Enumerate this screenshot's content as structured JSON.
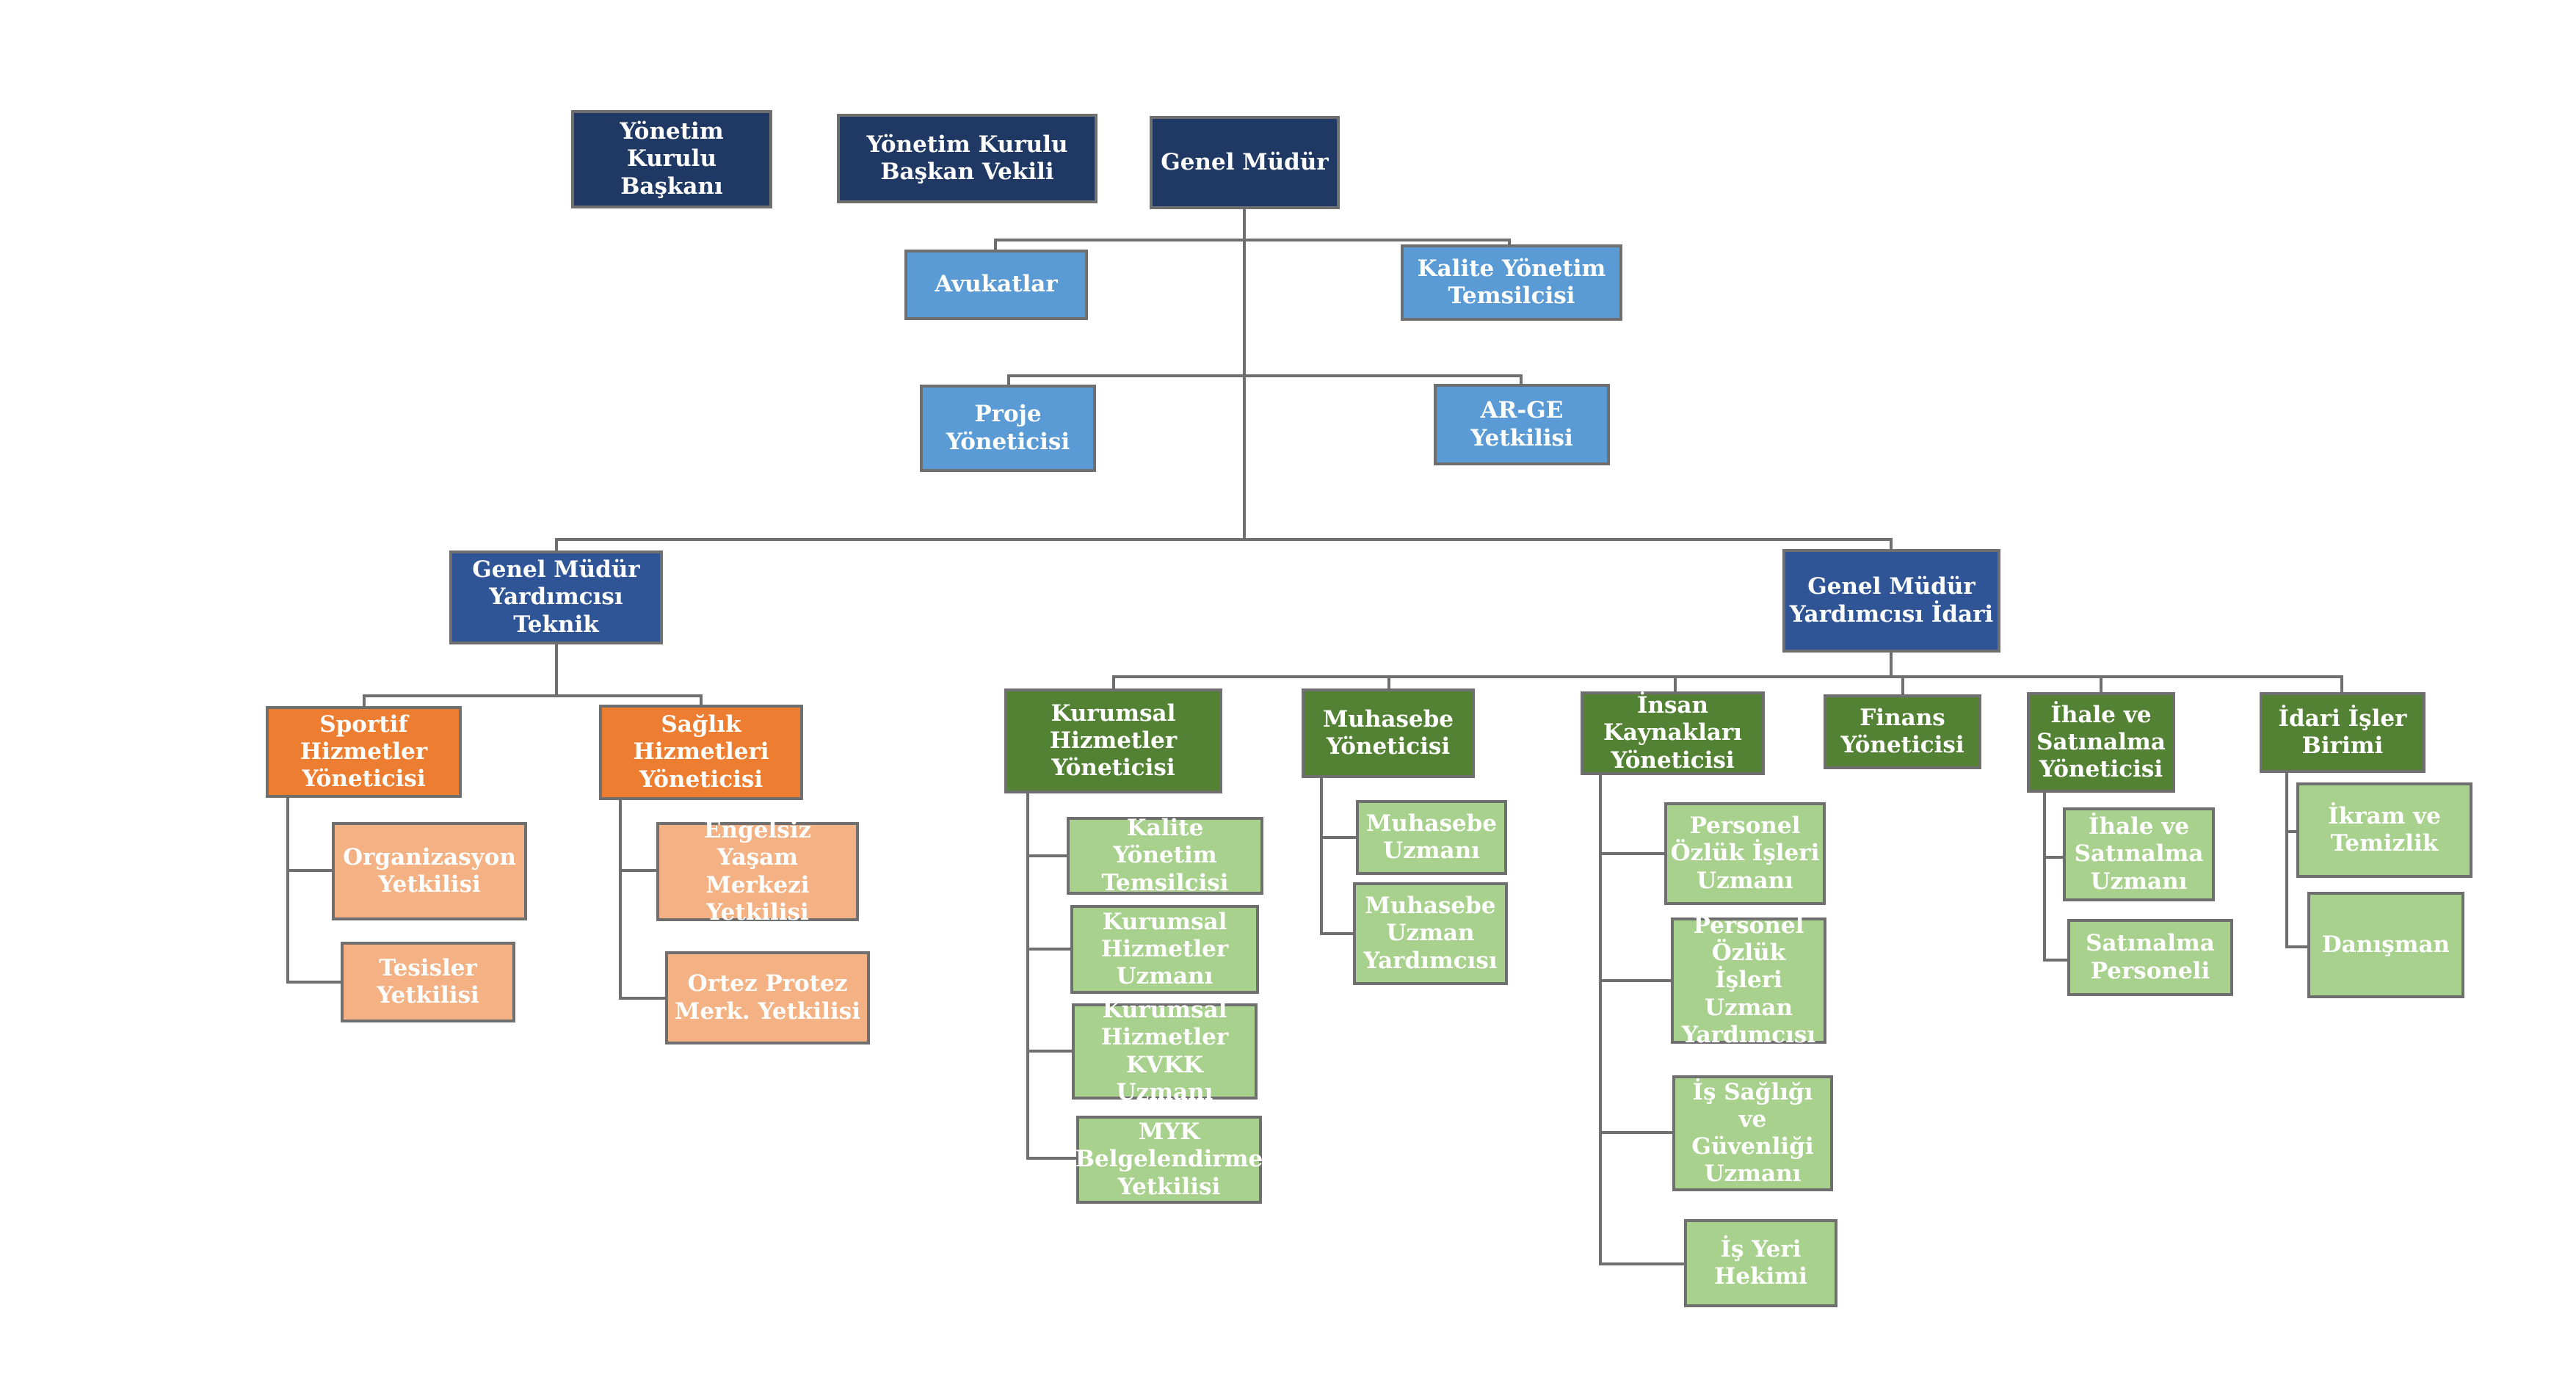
{
  "nodes": {
    "yk_baskani": "Yönetim Kurulu\nBaşkanı",
    "yk_baskan_vekili": "Yönetim Kurulu\nBaşkan Vekili",
    "genel_mudur": "Genel Müdür",
    "avukatlar": "Avukatlar",
    "kalite_yonetim_temsilcisi": "Kalite Yönetim\nTemsilcisi",
    "proje_yoneticisi": "Proje\nYöneticisi",
    "arge_yetkilisi": "AR-GE\nYetkilisi",
    "gmy_teknik": "Genel Müdür\nYardımcısı\nTeknik",
    "gmy_idari": "Genel Müdür\nYardımcısı İdari",
    "sportif": "Sportif\nHizmetler\nYöneticisi",
    "saglik": "Sağlık\nHizmetleri\nYöneticisi",
    "organizasyon": "Organizasyon\nYetkilisi",
    "tesisler": "Tesisler\nYetkilisi",
    "engelsiz": "Engelsiz Yaşam\nMerkezi\nYetkilisi",
    "ortez": "Ortez Protez\nMerk. Yetkilisi",
    "kurumsal": "Kurumsal\nHizmetler\nYöneticisi",
    "muhasebe_yon": "Muhasebe\nYöneticisi",
    "ik": "İnsan\nKaynakları\nYöneticisi",
    "finans": "Finans\nYöneticisi",
    "ihale_yon": "İhale ve\nSatınalma\nYöneticisi",
    "idari_isler": "İdari İşler\nBirimi",
    "kalite_temsilcisi_2": "Kalite Yönetim\nTemsilcisi",
    "kurumsal_uzmani": "Kurumsal\nHizmetler\nUzmanı",
    "kvkk": "Kurumsal\nHizmetler\nKVKK Uzmanı",
    "myk": "MYK\nBelgelendirme\nYetkilisi",
    "muhasebe_uzmani": "Muhasebe\nUzmanı",
    "muhasebe_yardimcisi": "Muhasebe\nUzman\nYardımcısı",
    "ozluk_uzmani": "Personel\nÖzlük İşleri\nUzmanı",
    "ozluk_yardimcisi": "Personel\nÖzlük İşleri\nUzman\nYardımcısı",
    "isg": "İş Sağlığı ve\nGüvenliği\nUzmanı",
    "hekim": "İş Yeri\nHekimi",
    "ihale_uzmani": "İhale ve\nSatınalma\nUzmanı",
    "satinalma_personeli": "Satınalma\nPersoneli",
    "ikram": "İkram ve\nTemizlik",
    "danisman": "Danışman"
  },
  "colors": {
    "navy": "#1f3864",
    "blue": "#2f5597",
    "light_blue": "#5b9bd5",
    "orange": "#ed7d31",
    "peach": "#f4b183",
    "dark_green": "#548235",
    "light_green": "#a9d18e",
    "connector": "#6f6f6f"
  }
}
